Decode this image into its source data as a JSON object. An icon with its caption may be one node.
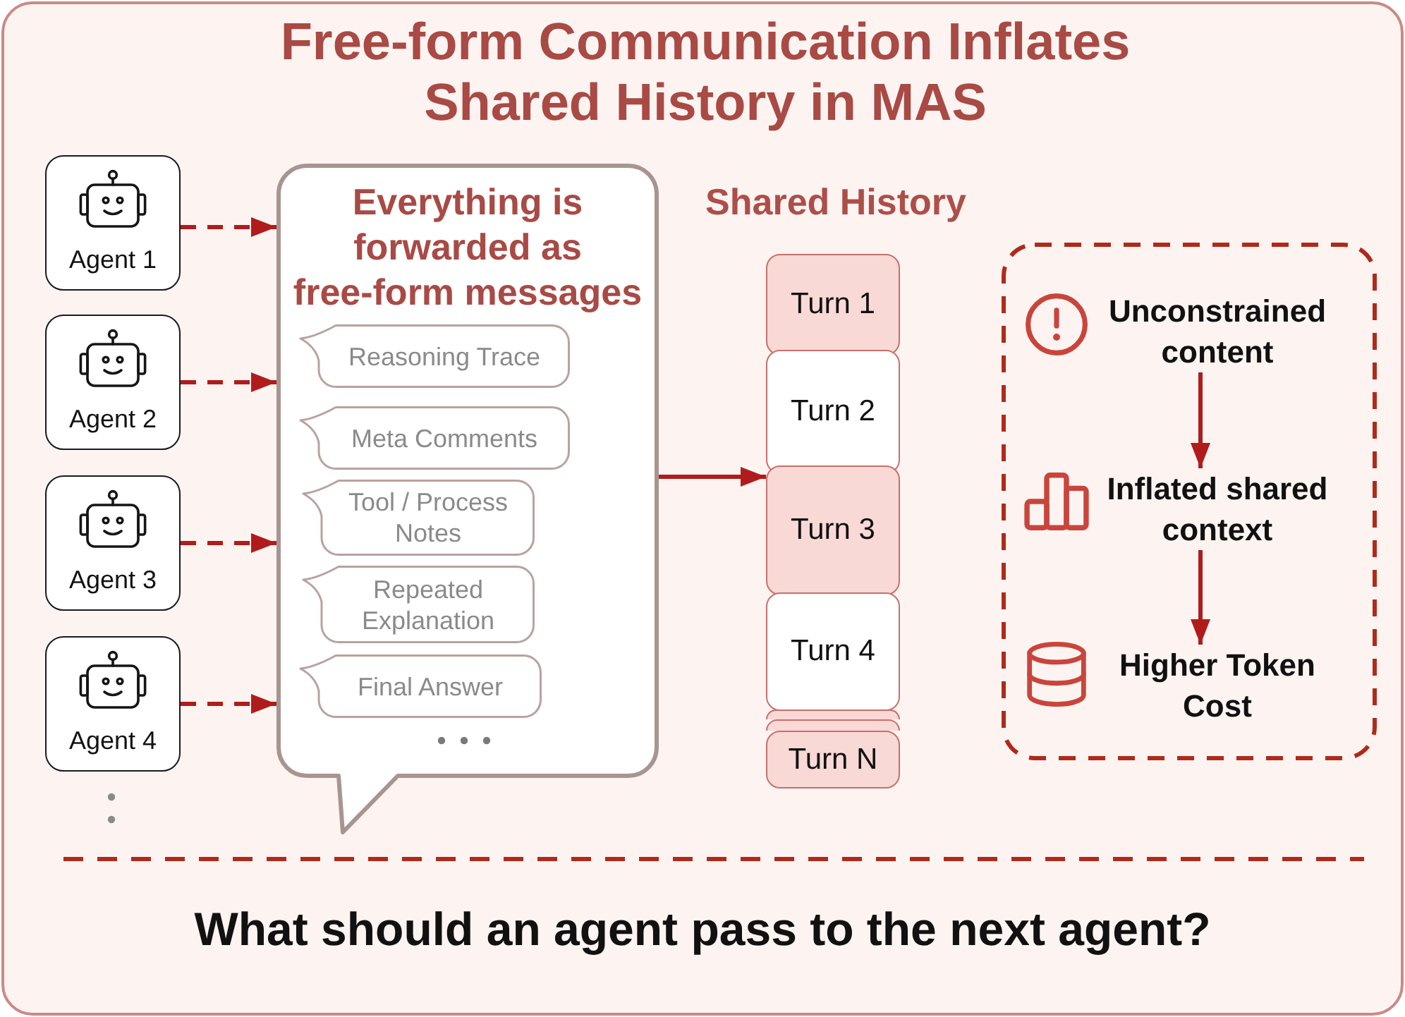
{
  "diagram": {
    "title": "Free-form Communication Inflates Shared History in MAS",
    "nodes": [
      {
        "text": [
          "Agent 1"
        ]
      },
      {
        "text": [
          "Agent 2"
        ]
      },
      {
        "text": [
          "Agent 3"
        ]
      },
      {
        "text": [
          "Agent 4"
        ]
      },
      {
        "text": [
          "Everything is forwarded as free-form messages"
        ]
      },
      {
        "text": [
          "Reasoning Trace"
        ],
        "in": 4
      },
      {
        "text": [
          "Meta Comments"
        ],
        "in": 4
      },
      {
        "text": [
          "Tool / Process Notes"
        ],
        "in": 4
      },
      {
        "text": [
          "Repeated Explanation"
        ],
        "in": 4
      },
      {
        "text": [
          "Final Answer"
        ],
        "in": 4
      },
      {
        "text": [
          "Turn 1"
        ]
      },
      {
        "text": [
          "Turn 2"
        ]
      },
      {
        "text": [
          "Turn 3"
        ]
      },
      {
        "text": [
          "Turn 4"
        ]
      },
      {
        "text": [],
        "shape": "box"
      },
      {
        "text": [],
        "shape": "box"
      },
      {
        "text": [
          "Turn N"
        ]
      },
      {
        "text": [],
        "shape": "box"
      },
      {
        "text": [
          "Unconstrained content"
        ],
        "in": 17
      },
      {
        "text": [
          "Inflated shared context"
        ],
        "in": 17
      },
      {
        "text": [
          "Higher Token Cost"
        ],
        "in": 17
      }
    ],
    "edges": [
      {
        "from": 0,
        "to": 4,
        "arrow": "to",
        "style": "dashed"
      },
      {
        "from": 1,
        "to": 4,
        "arrow": "to",
        "style": "dashed"
      },
      {
        "from": 2,
        "to": 4,
        "arrow": "to",
        "style": "dashed"
      },
      {
        "from": 3,
        "to": 4,
        "arrow": "to",
        "style": "dashed"
      },
      {
        "from": 4,
        "to": 12,
        "arrow": "to"
      },
      {
        "from": 18,
        "to": 19,
        "arrow": "to"
      },
      {
        "from": 19,
        "to": 20,
        "arrow": "to"
      }
    ],
    "labels": [
      "Shared History",
      "What should an agent pass to the next agent?"
    ]
  }
}
